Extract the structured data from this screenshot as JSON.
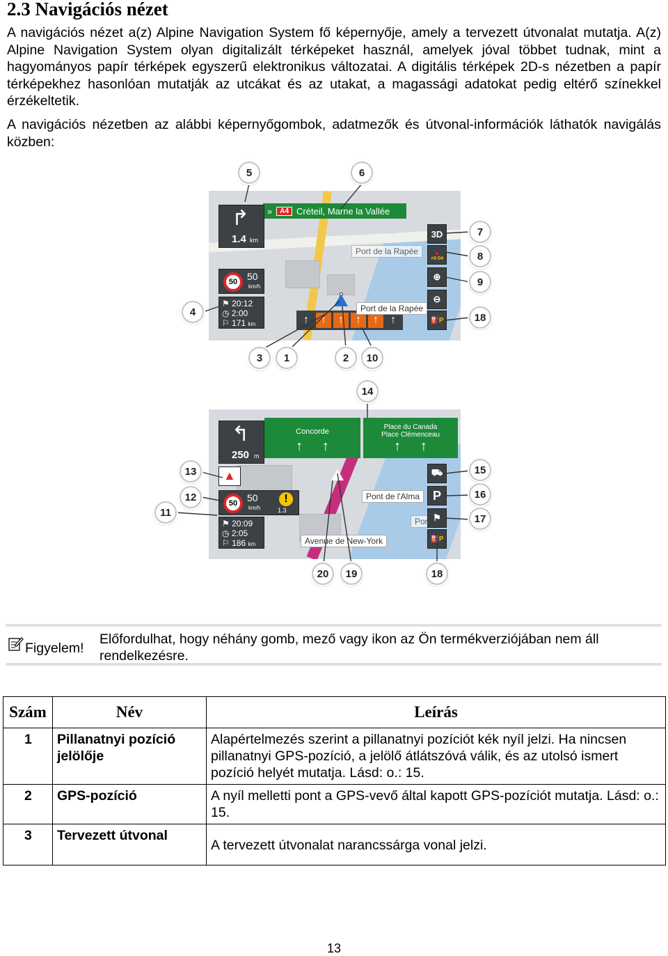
{
  "heading": "2.3 Navigációs nézet",
  "paragraphs": [
    "A navigációs nézet a(z) Alpine Navigation System fő képernyője, amely a tervezett útvonalat mutatja. A(z) Alpine Navigation System olyan digitalizált térképeket használ, amelyek jóval többet tudnak, mint a hagyományos papír térképek egyszerű elektronikus változatai. A digitális térképek 2D-s nézetben a papír térképekhez hasonlóan mutatják az utcákat és az utakat, a magassági adatokat pedig eltérő színekkel érzékeltetik.",
    "A navigációs nézetben az alábbi képernyőgombok, adatmezők és útvonal-információk láthatók navigálás közben:"
  ],
  "screenshot1": {
    "turn_distance": "1.4",
    "turn_distance_unit": "km",
    "speed_limit": "50",
    "current_speed": "50",
    "speed_unit": "km/h",
    "arrival_time": "20:12",
    "remaining_time": "2:00",
    "remaining_distance": "171",
    "remaining_distance_unit": "km",
    "road_number": "A4",
    "signpost_text": "Créteil, Marne la Vallée",
    "button_3d": "3D",
    "delay": "+0:04",
    "street_label_1": "Port de la Rapée",
    "street_label_2": "Port de la Rapée",
    "callouts": [
      "5",
      "6",
      "7",
      "8",
      "9",
      "18",
      "4",
      "3",
      "1",
      "2",
      "10"
    ]
  },
  "screenshot2": {
    "turn_distance": "250",
    "turn_distance_unit": "m",
    "speed_limit": "50",
    "current_speed": "50",
    "speed_unit": "km/h",
    "alert_distance": "1.3",
    "alert_distance_unit": "km",
    "arrival_time": "20:09",
    "remaining_time": "2:05",
    "remaining_distance": "186",
    "remaining_distance_unit": "km",
    "sign_left": "Concorde",
    "sign_right_1": "Place du Canada",
    "sign_right_2": "Place Clémenceau",
    "street_label_1": "Pont de l'Alma",
    "street_label_2": "Avenue de New-York",
    "street_label_3": "Port",
    "parking": "P",
    "callouts": [
      "14",
      "13",
      "12",
      "11",
      "15",
      "16",
      "17",
      "20",
      "19",
      "18"
    ]
  },
  "note": {
    "label": "Figyelem!",
    "text": "Előfordulhat, hogy néhány gomb, mező vagy ikon az Ön termékverziójában nem áll rendelkezésre."
  },
  "table": {
    "headers": [
      "Szám",
      "Név",
      "Leírás"
    ],
    "rows": [
      {
        "num": "1",
        "name": "Pillanatnyi pozíció jelölője",
        "desc": "Alapértelmezés szerint a pillanatnyi pozíciót kék nyíl jelzi. Ha nincsen pillanatnyi GPS-pozíció, a jelölő átlátszóvá válik, és az utolsó ismert pozíció helyét mutatja. Lásd: o.: 15."
      },
      {
        "num": "2",
        "name": "GPS-pozíció",
        "desc": "A nyíl melletti pont a GPS-vevő által kapott GPS-pozíciót mutatja. Lásd: o.: 15."
      },
      {
        "num": "3",
        "name": "Tervezett útvonal",
        "desc": "A tervezett útvonalat narancssárga vonal jelzi."
      }
    ]
  },
  "page_number": "13"
}
